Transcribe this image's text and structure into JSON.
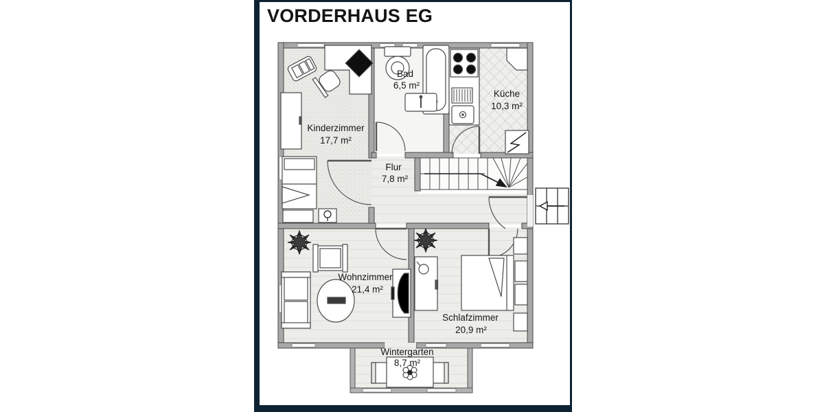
{
  "title": "VORDERHAUS EG",
  "rooms": {
    "kinderzimmer": {
      "name": "Kinderzimmer",
      "area": "17,7 m²"
    },
    "bad": {
      "name": "Bad",
      "area": "6,5 m²"
    },
    "kueche": {
      "name": "Küche",
      "area": "10,3 m²"
    },
    "flur": {
      "name": "Flur",
      "area": "7,8 m²"
    },
    "wohnzimmer": {
      "name": "Wohnzimmer",
      "area": "21,4 m²"
    },
    "schlafzimmer": {
      "name": "Schlafzimmer",
      "area": "20,9 m²"
    },
    "wintergarten": {
      "name": "Wintergarten",
      "area": "8,7 m²"
    }
  },
  "colors": {
    "frame_navy": "#0d2333",
    "wall_gray": "#a8a8a8",
    "wall_outline": "#474747",
    "floor_light": "#ececea"
  }
}
